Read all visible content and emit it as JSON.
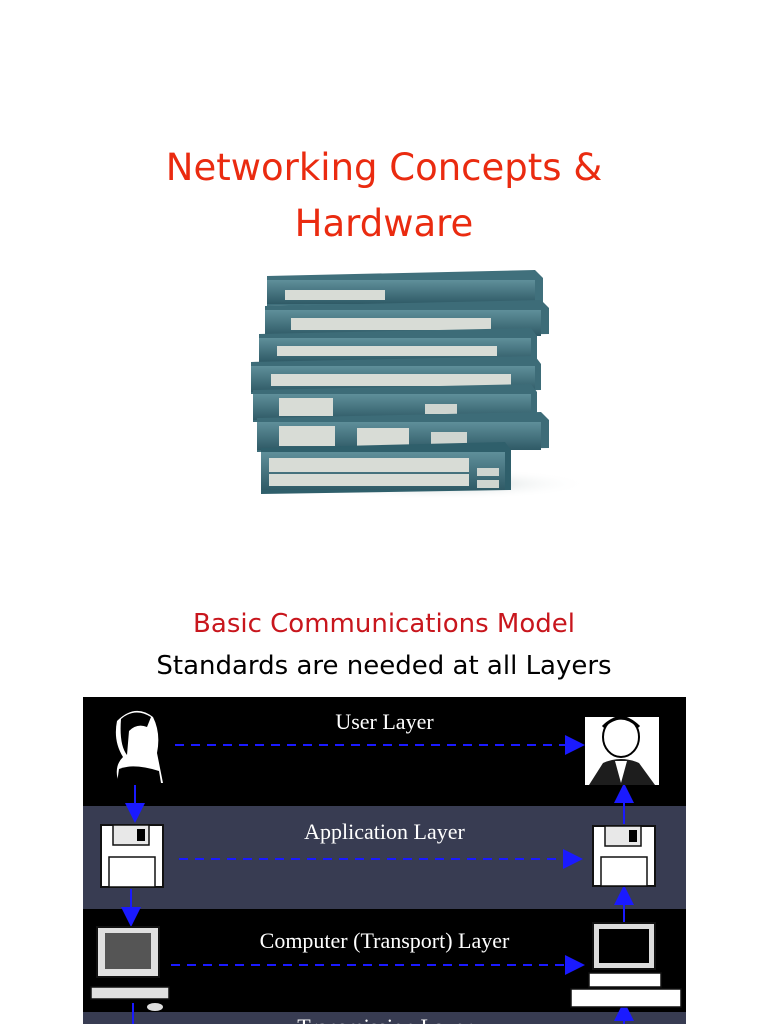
{
  "slide1": {
    "title_line1": "Networking Concepts &",
    "title_line2": "Hardware",
    "image": "network-switch-stack"
  },
  "slide2": {
    "title": "Basic Communications Model",
    "subtitle": "Standards are needed at all Layers",
    "diagram": {
      "layers": [
        {
          "label": "User Layer",
          "left_icon": "woman-user-icon",
          "right_icon": "man-user-icon"
        },
        {
          "label": "Application Layer",
          "left_icon": "floppy-disk-icon",
          "right_icon": "floppy-disk-icon"
        },
        {
          "label": "Computer (Transport) Layer",
          "left_icon": "desktop-computer-icon",
          "right_icon": "desktop-computer-icon"
        },
        {
          "label": "Transmission Layer"
        }
      ],
      "colors": {
        "arrow": "#1a1aff",
        "band_dark": "#000000",
        "band_slate": "#383c52",
        "text": "#ffffff"
      }
    }
  }
}
